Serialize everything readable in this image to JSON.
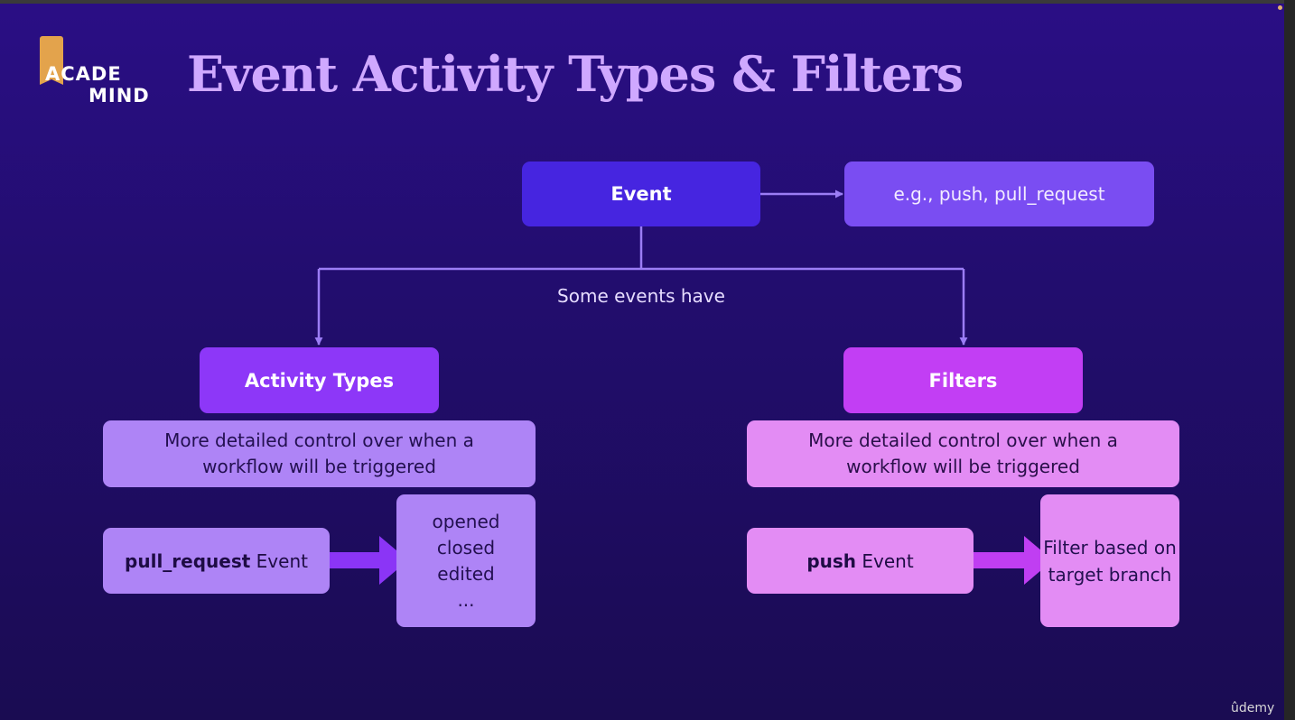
{
  "logo": {
    "line1": "ACADE",
    "line2": "MIND"
  },
  "slide": {
    "title": "Event Activity Types & Filters"
  },
  "diagram": {
    "event_label": "Event",
    "event_examples": "e.g., push, pull_request",
    "branch_label": "Some events have",
    "activity_types": {
      "label": "Activity Types",
      "description": "More detailed control over when a workflow will be triggered",
      "example_keyword": "pull_request",
      "example_suffix": " Event",
      "items": [
        "opened",
        "closed",
        "edited",
        "..."
      ]
    },
    "filters": {
      "label": "Filters",
      "description": "More detailed control over when a workflow will be triggered",
      "example_keyword": "push",
      "example_suffix": " Event",
      "detail": "Filter based on target branch"
    }
  },
  "watermark": "ûdemy",
  "colors": {
    "event": "#4625e0",
    "examples": "#7a4df2",
    "activity_types": "#8d37f8",
    "filters": "#c23ef4",
    "activity_light": "#ae84f6",
    "filters_light": "#e38cf4",
    "connector": "#9b7df5",
    "arrow_left": "#8b35f6",
    "arrow_right": "#c03ef2"
  }
}
